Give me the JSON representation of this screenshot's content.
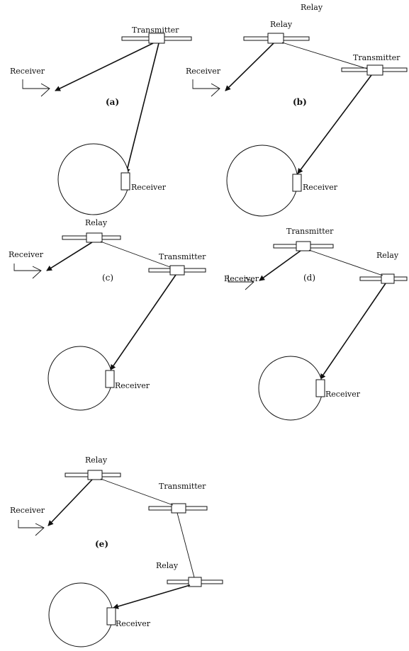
{
  "diagram": {
    "top_stray_label": "Relay",
    "panels": [
      {
        "tag": "(a)",
        "labels": {
          "transmitter": "Transmitter",
          "receiver_left": "Receiver",
          "receiver_ground": "Receiver"
        }
      },
      {
        "tag": "(b)",
        "labels": {
          "relay": "Relay",
          "transmitter": "Transmitter",
          "receiver_left": "Receiver",
          "receiver_ground": "Receiver"
        }
      },
      {
        "tag": "(c)",
        "labels": {
          "relay": "Relay",
          "transmitter": "Transmitter",
          "receiver_left": "Receiver",
          "receiver_ground": "Receiver"
        }
      },
      {
        "tag": "(d)",
        "labels": {
          "transmitter": "Transmitter",
          "relay": "Relay",
          "receiver_left": "Receiver",
          "receiver_ground": "Receiver"
        }
      },
      {
        "tag": "(e)",
        "labels": {
          "relay_top": "Relay",
          "transmitter": "Transmitter",
          "relay_lower": "Relay",
          "receiver_left": "Receiver",
          "receiver_ground": "Receiver"
        }
      }
    ]
  }
}
